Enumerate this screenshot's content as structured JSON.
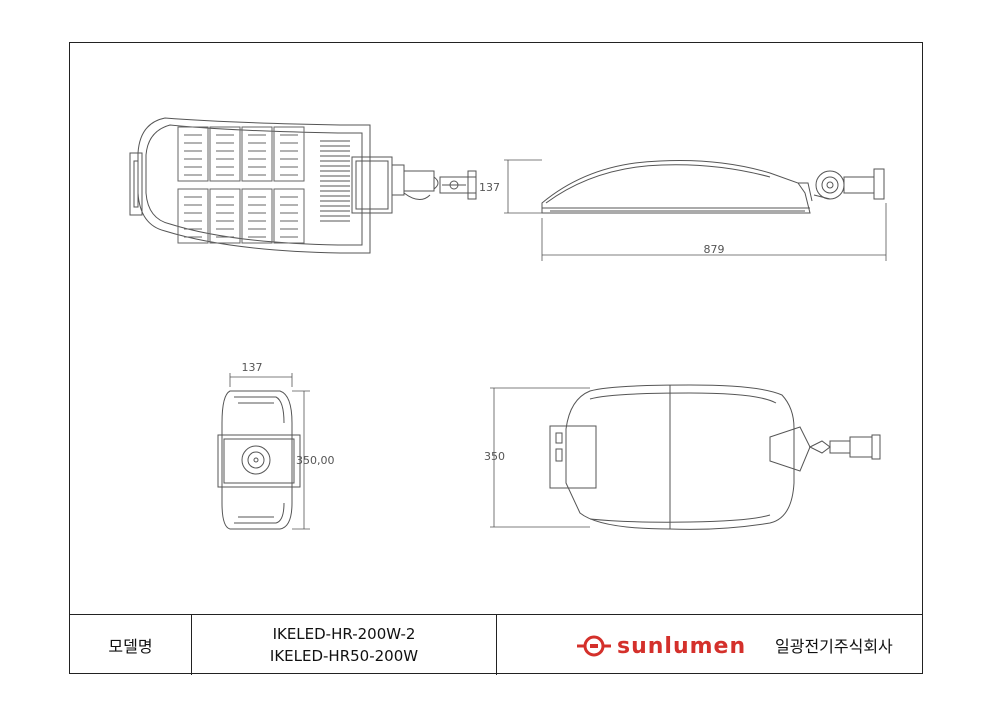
{
  "dimensions": {
    "side_height": "137",
    "side_length": "879",
    "front_width": "137",
    "front_height": "350,00",
    "bottom_height": "350"
  },
  "title_block": {
    "label": "모델명",
    "models": [
      "IKELED-HR-200W-2",
      "IKELED-HR50-200W"
    ],
    "brand": "sunlumen",
    "company": "일광전기주식회사"
  },
  "colors": {
    "brand": "#d4302b",
    "line": "#555555"
  }
}
